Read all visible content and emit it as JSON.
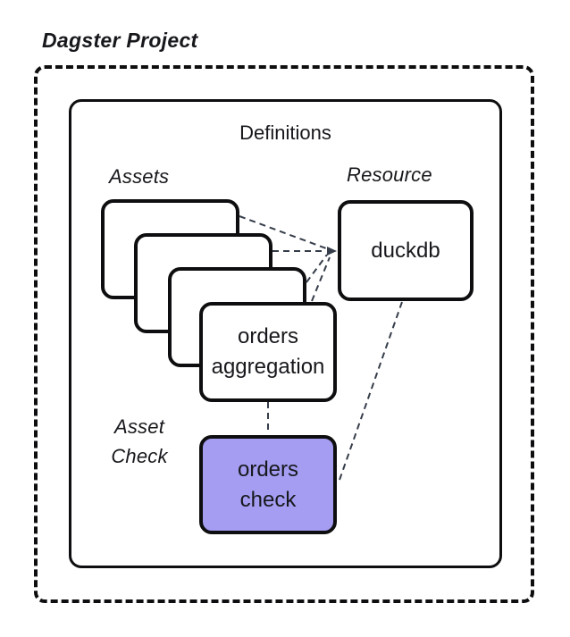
{
  "title": "Dagster Project",
  "definitions": {
    "label": "Definitions"
  },
  "assets": {
    "group_label": "Assets",
    "stack_count": 4,
    "front_card": {
      "line1": "orders",
      "line2": "aggregation"
    }
  },
  "resource": {
    "group_label": "Resource",
    "node_label": "duckdb"
  },
  "asset_check": {
    "group_label_line1": "Asset",
    "group_label_line2": "Check",
    "node": {
      "line1": "orders",
      "line2": "check"
    }
  },
  "edges": [
    {
      "from": "asset-card-1",
      "to": "duckdb",
      "style": "dashed-arrow"
    },
    {
      "from": "asset-card-2",
      "to": "duckdb",
      "style": "dashed-arrow"
    },
    {
      "from": "asset-card-3",
      "to": "duckdb",
      "style": "dashed-arrow"
    },
    {
      "from": "orders-aggregation",
      "to": "duckdb",
      "style": "dashed-arrow"
    },
    {
      "from": "orders-aggregation",
      "to": "orders-check",
      "style": "dashed"
    },
    {
      "from": "duckdb",
      "to": "orders-check",
      "style": "dashed"
    }
  ],
  "colors": {
    "border": "#0e0e10",
    "connector": "#363d4a",
    "asset_check_fill": "#a49df1",
    "node_fill": "#ffffff",
    "text": "#17181c"
  }
}
